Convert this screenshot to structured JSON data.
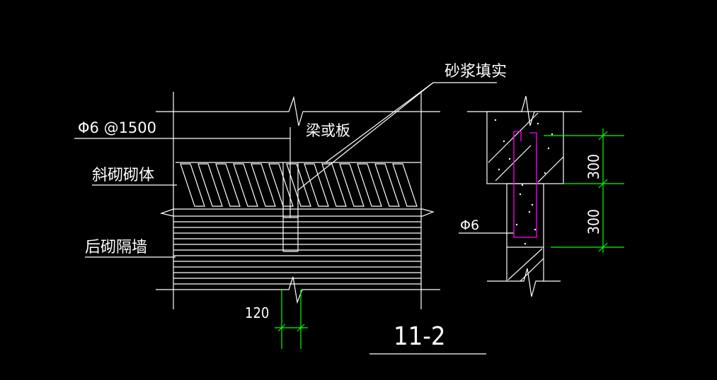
{
  "labels": {
    "mortar_fill": "砂浆填实",
    "rebar_spec": "Φ6 @1500",
    "beam_or_slab": "梁或板",
    "inclined_masonry": "斜砌砌体",
    "partition_wall": "后砌隔墙",
    "rebar_small": "Φ6",
    "dim_120": "120",
    "dim_300_top": "300",
    "dim_300_bottom": "300",
    "section_title": "11-2"
  },
  "colors": {
    "background": "#000000",
    "lines": "#ffffff",
    "dimension": "#00ff00",
    "rebar": "#ff00ff"
  }
}
